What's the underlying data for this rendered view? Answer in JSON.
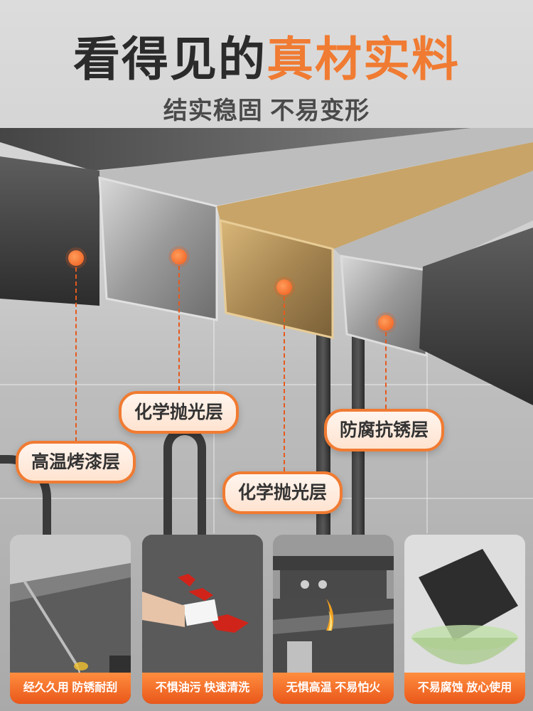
{
  "header": {
    "title_plain": "看得见的",
    "title_accent": "真材实料",
    "subtitle": "结实稳固 不易变形"
  },
  "callouts": [
    {
      "label": "高温烤漆层"
    },
    {
      "label": "化学抛光层"
    },
    {
      "label": "化学抛光层"
    },
    {
      "label": "防腐抗锈层"
    }
  ],
  "features": [
    {
      "caption": "经久久用 防锈耐刮"
    },
    {
      "caption": "不惧油污 快速清洗"
    },
    {
      "caption": "无惧高温 不易怕火"
    },
    {
      "caption": "不易腐蚀 放心使用"
    }
  ],
  "colors": {
    "accent": "#f07b32",
    "title_dark": "#2b2b2b",
    "caption_bg": "#e9571a"
  }
}
